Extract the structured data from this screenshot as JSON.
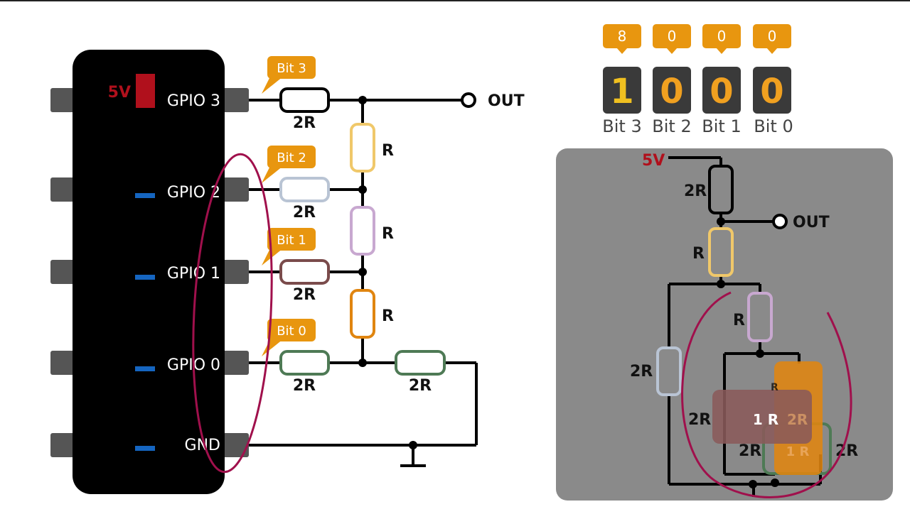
{
  "top_border_color": "#222222",
  "chip": {
    "power_label": "5V",
    "pins": [
      {
        "label": "GPIO 3",
        "state": "high"
      },
      {
        "label": "GPIO 2",
        "state": "low"
      },
      {
        "label": "GPIO 1",
        "state": "low"
      },
      {
        "label": "GPIO 0",
        "state": "low"
      },
      {
        "label": "GND",
        "state": "low"
      }
    ]
  },
  "tags": [
    "Bit 3",
    "Bit 2",
    "Bit 1",
    "Bit 0"
  ],
  "ladder": {
    "series_labels": [
      "2R",
      "2R",
      "2R",
      "2R",
      "2R"
    ],
    "rung_labels": [
      "R",
      "R",
      "R"
    ],
    "out_label": "OUT"
  },
  "digits": {
    "weights": [
      "8",
      "0",
      "0",
      "0"
    ],
    "bits": [
      "1",
      "0",
      "0",
      "0"
    ],
    "names": [
      "Bit 3",
      "Bit 2",
      "Bit 1",
      "Bit 0"
    ]
  },
  "equivalent": {
    "supply_label": "5V",
    "out_label": "OUT",
    "labels": [
      "2R",
      "R",
      "R",
      "2R",
      "2R",
      "1 R",
      "2R",
      "2R",
      "1 R",
      "2R",
      "R"
    ]
  },
  "colors": {
    "chip": "#000000",
    "pin": "#555555",
    "tag": "#E8960F",
    "high": "#B0101C",
    "low": "#1565C0",
    "res_bit3": "#000000",
    "res_bit2": "#B9C4D4",
    "res_bit1": "#7A4B4B",
    "res_bit0": "#4E7A55",
    "res_r1": "#F0C86A",
    "res_r2": "#C8A8D0",
    "res_r3": "#E08510",
    "digit_box": "#3A3A3A",
    "digit_on": "#F0C020",
    "digit_off": "#F0A020",
    "panel": "#8A8A8A",
    "annotation": "#A0104C"
  }
}
